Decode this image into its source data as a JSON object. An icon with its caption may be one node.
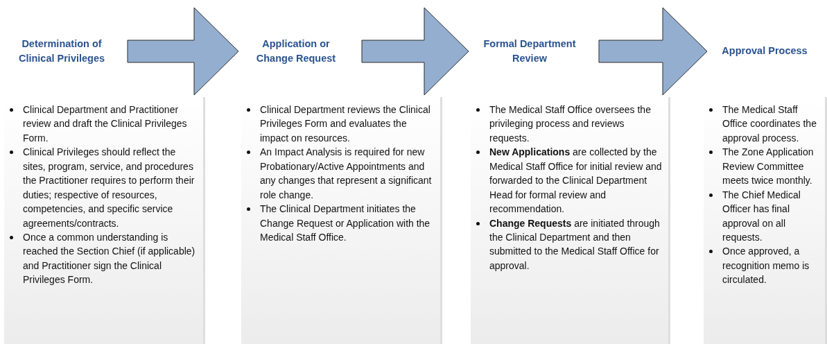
{
  "diagram": {
    "nodes": [
      {
        "text": [
          "Determination of Clinical Privileges"
        ]
      },
      {
        "text": [
          "Application or Change Request"
        ]
      },
      {
        "text": [
          "Formal Department Review"
        ]
      },
      {
        "text": [
          "Approval Process"
        ]
      },
      {
        "text": [
          "Clinical Department and Practitioner review and draft the Clinical Privileges Form.",
          "Clinical Privileges should reflect the sites, program, service, and procedures the Practitioner requires to perform their duties; respective of resources, competencies, and specific service agreements/contracts.",
          "Once a common understanding is reached the Section Chief (if applicable) and Practitioner sign the Clinical Privileges Form."
        ]
      },
      {
        "text": [
          "Clinical Department reviews the Clinical Privileges Form and evaluates the impact on resources.",
          "An Impact Analysis is required for new Probationary/Active Appointments and any changes that represent a significant role change.",
          "The Clinical Department initiates the Change Request or Application with the Medical Staff Office."
        ]
      },
      {
        "text": [
          "The Medical Staff Office oversees the privileging process and reviews requests.",
          "**New Applications** are collected by the Medical Staff Office for initial review and forwarded to the Clinical Department Head for formal review and recommendation.",
          "**Change Requests** are initiated through the Clinical Department and then submitted to the Medical Staff Office for approval."
        ]
      },
      {
        "text": [
          "The Medical Staff Office coordinates the approval process.",
          "The Zone Application Review Committee meets twice monthly.",
          "The Chief Medical Officer has final approval on all requests.",
          "Once approved, a recognition memo is circulated."
        ]
      }
    ],
    "edges": [
      {
        "from": 0,
        "to": 1,
        "arrow": "to"
      },
      {
        "from": 1,
        "to": 2,
        "arrow": "to"
      },
      {
        "from": 2,
        "to": 3,
        "arrow": "to"
      }
    ]
  }
}
